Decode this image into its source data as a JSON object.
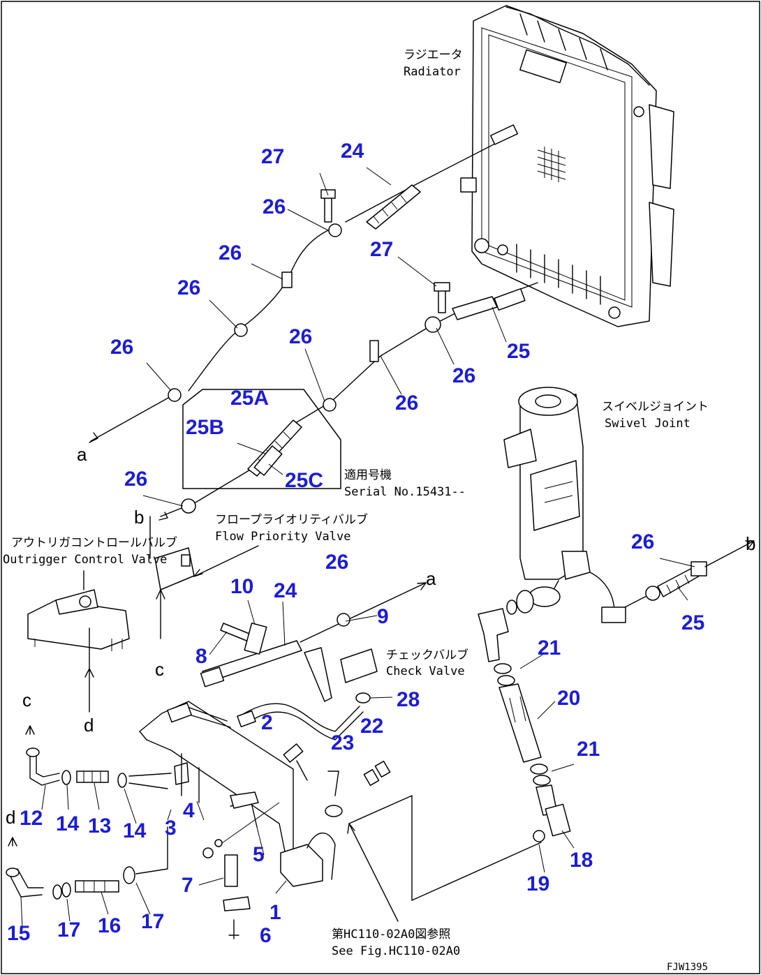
{
  "notes": {
    "radiator_jp": "ラジエータ",
    "radiator_en": "Radiator",
    "swivel_jp": "スイベルジョイント",
    "swivel_en": "Swivel Joint",
    "serial_jp": "適用号機",
    "serial_en": "Serial No.15431--",
    "flow_jp": "フロープライオリティバルブ",
    "flow_en": "Flow Priority Valve",
    "outrigger_jp": "アウトリガコントロールバルブ",
    "outrigger_en": "Outrigger Control Valve",
    "check_jp": "チェックバルブ",
    "check_en": "Check Valve",
    "seefig_jp": "第HC110-02A0図参照",
    "seefig_en": "See Fig.HC110-02A0",
    "drawing_code": "FJW1395"
  },
  "connectors": {
    "a": "a",
    "b": "b",
    "c": "c",
    "d": "d"
  },
  "callouts": {
    "c27a": "27",
    "c24a": "24",
    "c26a": "26",
    "c26b": "26",
    "c26c": "26",
    "c27b": "27",
    "c26d": "26",
    "c26e": "26",
    "c25a": "25",
    "c26f": "26",
    "c26g": "26",
    "c25A": "25A",
    "c25B": "25B",
    "c25C": "25C",
    "c26h": "26",
    "c26i": "26",
    "c26j": "26",
    "c25b": "25",
    "c10": "10",
    "c24b": "24",
    "c9": "9",
    "c8": "8",
    "c28": "28",
    "c2": "2",
    "c22": "22",
    "c23": "23",
    "c21a": "21",
    "c20": "20",
    "c21b": "21",
    "c12": "12",
    "c14a": "14",
    "c13": "13",
    "c14b": "14",
    "c4": "4",
    "c3": "3",
    "c5": "5",
    "c7": "7",
    "c18": "18",
    "c19": "19",
    "c1": "1",
    "c6": "6",
    "c15": "15",
    "c17a": "17",
    "c16": "16",
    "c17b": "17"
  }
}
